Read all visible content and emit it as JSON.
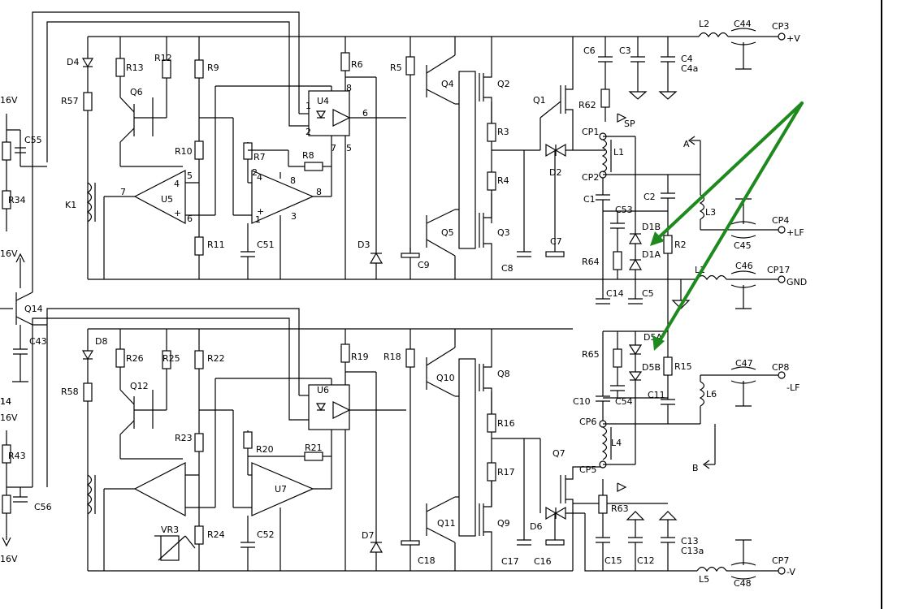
{
  "schematic": {
    "labels": [
      "D4",
      "R13",
      "R12",
      "R9",
      "Q6",
      "R57",
      "C55",
      "R34",
      "R10",
      "R7",
      "R8",
      "R6",
      "R5",
      "Q4",
      "Q2",
      "Q1",
      "R62",
      "U4",
      "K1",
      "U5",
      "R11",
      "C51",
      "D3",
      "C9",
      "Q5",
      "Q3",
      "R3",
      "R4",
      "D2",
      "C8",
      "C7",
      "C6",
      "C3",
      "C4",
      "C4a",
      "L2",
      "C44",
      "CP3",
      "+V",
      "SP",
      "CP1",
      "CP2",
      "L1",
      "C1",
      "C53",
      "D1B",
      "D1A",
      "R64",
      "C2",
      "L3",
      "A",
      "CP4",
      "+LF",
      "C45",
      "R2",
      "C14",
      "C5",
      "L1",
      "C46",
      "CP17",
      "GND",
      "Q14",
      "C43",
      "D8",
      "R26",
      "R25",
      "R22",
      "Q12",
      "R58",
      "R19",
      "R18",
      "Q10",
      "Q8",
      "U6",
      "R23",
      "R20",
      "R21",
      "U7",
      "R24",
      "VR3",
      "C52",
      "D7",
      "C18",
      "Q11",
      "Q9",
      "R16",
      "R17",
      "D6",
      "C17",
      "C16",
      "Q7",
      "CP5",
      "CP6",
      "L4",
      "C10",
      "C54",
      "D5A",
      "D5B",
      "R65",
      "R15",
      "C11",
      "L6",
      "C47",
      "CP8",
      "-LF",
      "B",
      "R63",
      "C15",
      "C12",
      "C13",
      "C13a",
      "L5",
      "C48",
      "CP7",
      "-V",
      "R43",
      "C56",
      "16V",
      "14",
      "5",
      "6",
      "7",
      "8",
      "1",
      "2",
      "3",
      "4",
      "+",
      "-"
    ]
  },
  "annotations": {
    "arrow_color": "#1e8a1e"
  }
}
